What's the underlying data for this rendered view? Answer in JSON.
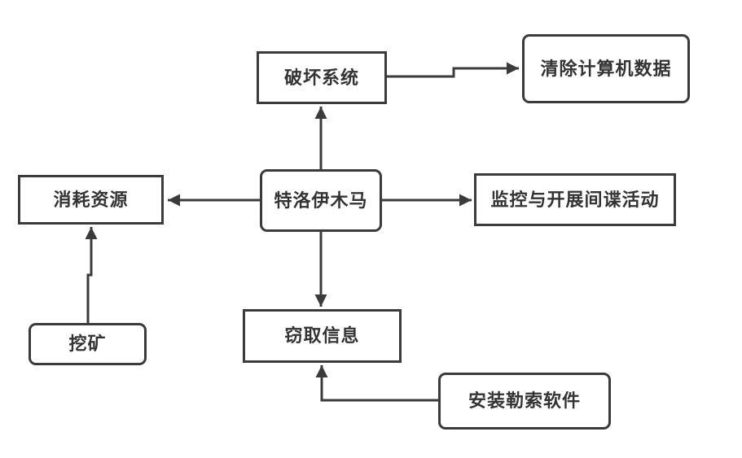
{
  "diagram": {
    "type": "flowchart",
    "background_color": "#ffffff",
    "stroke_color": "#3b3b3b",
    "text_color": "#333333",
    "node_fill_color": "#ffffff",
    "nodes": {
      "trojan": {
        "label": "特洛伊木马",
        "shape": "rounded-rect"
      },
      "destroy_system": {
        "label": "破坏系统",
        "shape": "rect"
      },
      "clear_data": {
        "label": "清除计算机数据",
        "shape": "rounded-rect"
      },
      "consume_resources": {
        "label": "消耗资源",
        "shape": "rect"
      },
      "spy_activity": {
        "label": "监控与开展间谍活动",
        "shape": "rect"
      },
      "mining": {
        "label": "挖矿",
        "shape": "rounded-rect"
      },
      "steal_info": {
        "label": "窃取信息",
        "shape": "rect"
      },
      "ransomware": {
        "label": "安装勒索软件",
        "shape": "rounded-rect"
      }
    },
    "edges": [
      {
        "from": "trojan",
        "to": "destroy_system",
        "style": "straight-up-arrow"
      },
      {
        "from": "destroy_system",
        "to": "clear_data",
        "style": "elbow-right-arrow"
      },
      {
        "from": "trojan",
        "to": "consume_resources",
        "style": "straight-left-arrow"
      },
      {
        "from": "trojan",
        "to": "spy_activity",
        "style": "straight-right-arrow"
      },
      {
        "from": "trojan",
        "to": "steal_info",
        "style": "straight-down-arrow"
      },
      {
        "from": "mining",
        "to": "consume_resources",
        "style": "jogged-up-arrow"
      },
      {
        "from": "ransomware",
        "to": "steal_info",
        "style": "elbow-left-up-arrow"
      }
    ]
  }
}
